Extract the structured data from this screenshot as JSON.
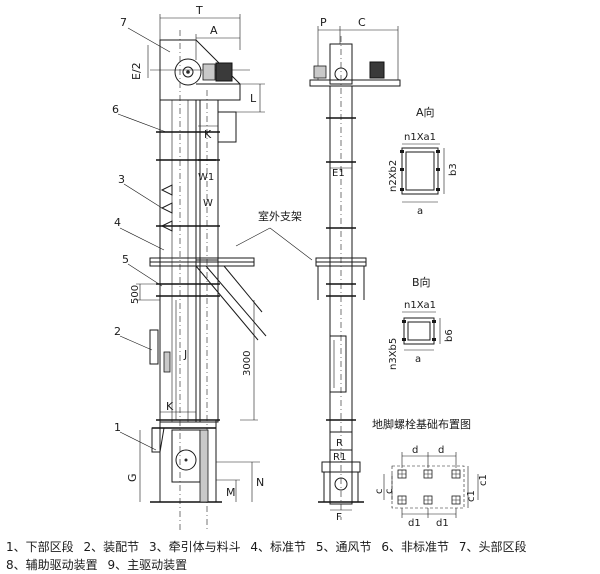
{
  "part_labels": {
    "p1": "1",
    "p2": "2",
    "p3": "3",
    "p4": "4",
    "p5": "5",
    "p6": "6",
    "p7": "7"
  },
  "dimensions": {
    "T": "T",
    "A": "A",
    "E2": "E/2",
    "L": "L",
    "K_top": "K",
    "W1": "W1",
    "W": "W",
    "d500": "500",
    "J": "J",
    "d3000": "3000",
    "K_bottom": "K",
    "G": "G",
    "N": "N",
    "M": "M",
    "P": "P",
    "C": "C",
    "E1": "E1",
    "R": "R",
    "R1": "R1",
    "F": "F"
  },
  "outdoor_support": "室外支架",
  "view_a": {
    "title": "A向",
    "top": "n1Xa1",
    "left": "n2Xb2",
    "right": "b3",
    "bottom": "a"
  },
  "view_b": {
    "title": "B向",
    "top": "n1Xa1",
    "left": "n3Xb5",
    "right": "b6",
    "bottom": "a"
  },
  "foundation": {
    "title": "地脚螺栓基础布置图",
    "d_left": "d",
    "d_right": "d",
    "d1_left": "d1",
    "d1_right": "d1",
    "c_outer": "c",
    "c_inner": "c",
    "c1_inner": "c1",
    "c1_outer": "c1"
  },
  "legend": [
    "1、下部区段",
    "2、装配节",
    "3、牵引体与料斗",
    "4、标准节",
    "5、通风节",
    "6、非标准节",
    "7、头部区段",
    "8、辅助驱动装置",
    "9、主驱动装置"
  ]
}
